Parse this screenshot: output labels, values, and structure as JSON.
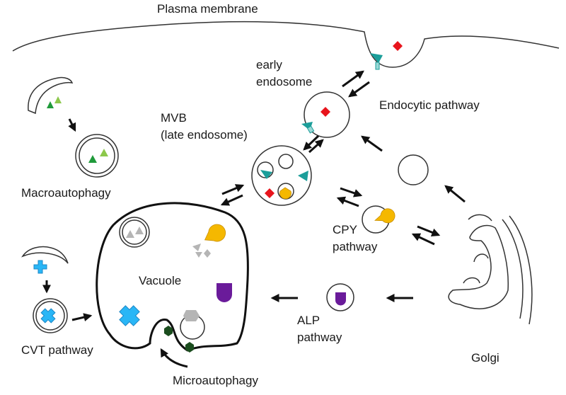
{
  "labels": {
    "plasma_membrane": "Plasma membrane",
    "early_endosome_1": "early",
    "early_endosome_2": "endosome",
    "endocytic_pathway": "Endocytic pathway",
    "mvb_1": "MVB",
    "mvb_2": "(late endosome)",
    "macroautophagy": "Macroautophagy",
    "cpy_1": "CPY",
    "cpy_2": "pathway",
    "vacuole": "Vacuole",
    "alp_1": "ALP",
    "alp_2": "pathway",
    "cvt_pathway": "CVT pathway",
    "microautophagy": "Microautophagy",
    "golgi": "Golgi"
  },
  "colors": {
    "cargo_green_dark": "#1f9a3a",
    "cargo_green_light": "#8cc84b",
    "receptor_teal": "#1b9e9a",
    "cargo_red": "#e8141c",
    "cpy_yellow": "#f5b800",
    "alp_purple": "#6a1b9a",
    "cvt_blue": "#29b6f6",
    "micro_green": "#1b4d1e",
    "degraded_grey": "#b5b5b5"
  }
}
